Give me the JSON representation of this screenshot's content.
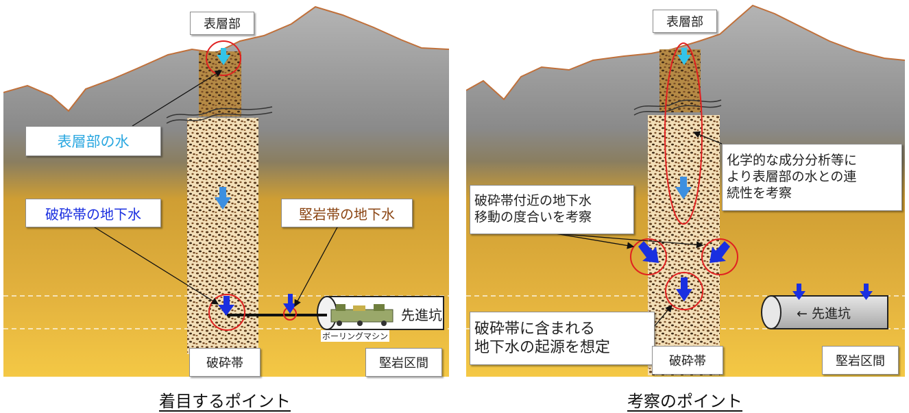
{
  "left_panel": {
    "label_surface": "表層部",
    "label_surface_water": "表層部の水",
    "label_fracture_groundwater": "破砕帯の地下水",
    "label_hardrock_groundwater": "堅岩帯の地下水",
    "label_pilot_tunnel": "先進坑",
    "label_boring_machine": "ボーリングマシン",
    "label_fracture_zone": "破砕帯",
    "label_hardrock_section": "堅岩区間",
    "caption": "着目するポイント"
  },
  "right_panel": {
    "label_surface": "表層部",
    "label_chemical_analysis": "化学的な成分分析等に\nより表層部の水との連\n続性を考察",
    "label_groundwater_movement": "破砕帯付近の地下水\n移動の度合いを考察",
    "label_origin": "破砕帯に含まれる\n地下水の起源を想定",
    "label_pilot_tunnel": "← 先進坑",
    "label_fracture_zone": "破砕帯",
    "label_hardrock_section": "堅岩区間",
    "caption": "考察のポイント"
  },
  "colors": {
    "ground_top": "#a8a8a8",
    "ground_dark": "#5a5a5a",
    "soil": "#d6a234",
    "soil_deep": "#f3c646",
    "outline": "#b8733a",
    "arrow_blue": "#1a2fe0",
    "arrow_cyan": "#33c4e8",
    "circle_red": "#e02020",
    "surface_water_text": "#2aa7e0",
    "fracture_text": "#1a2fe0",
    "hardrock_text": "#8b4513"
  }
}
